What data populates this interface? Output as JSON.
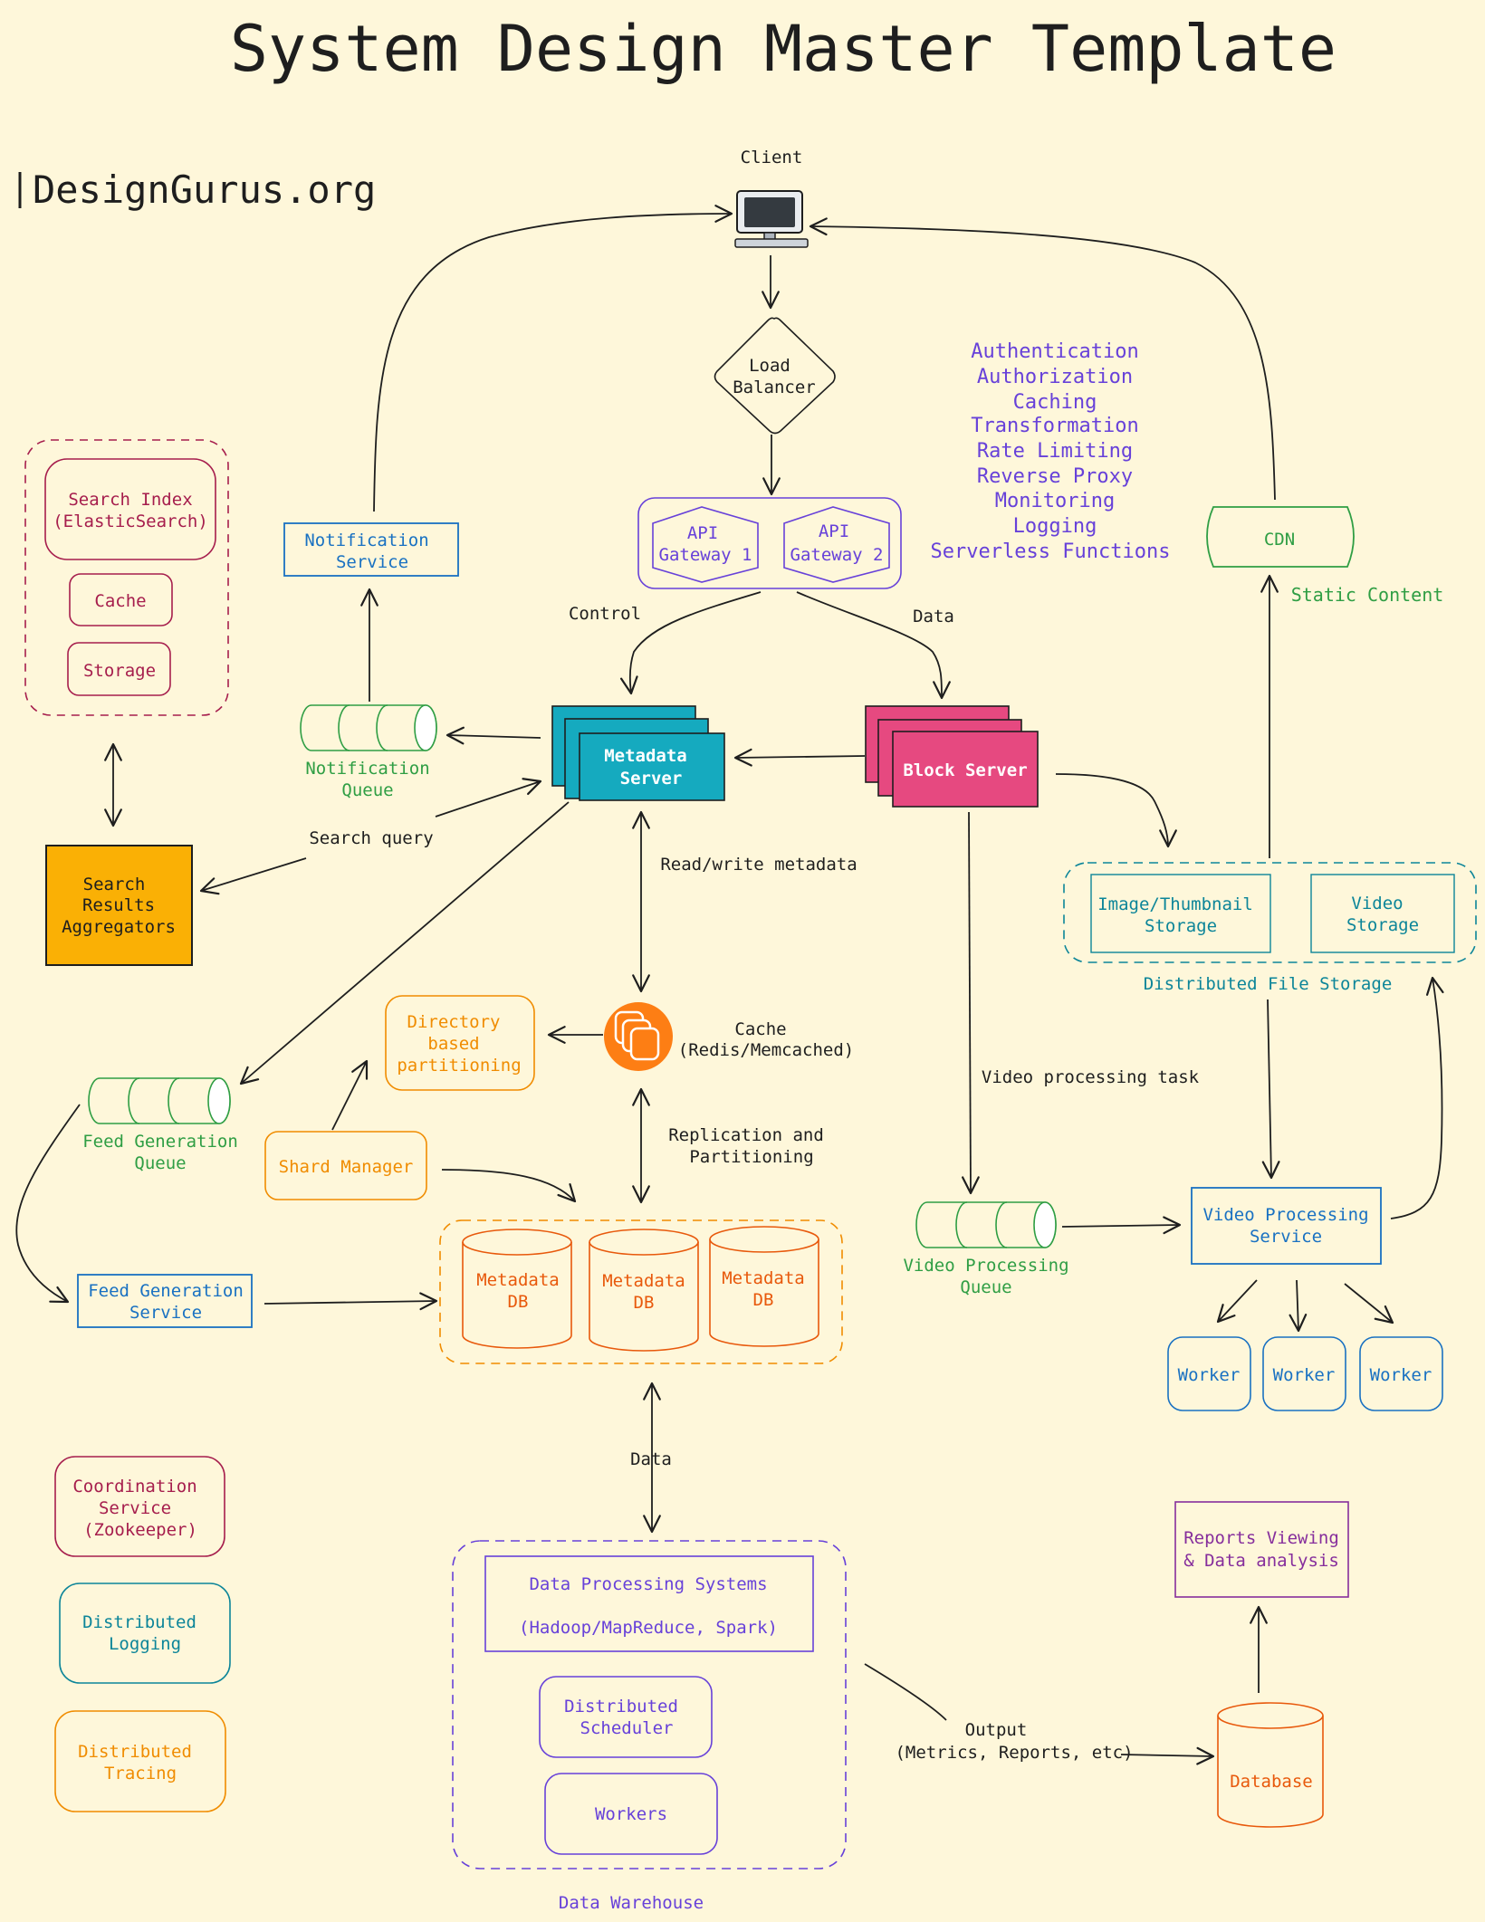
{
  "title": "System Design Master Template",
  "brand": "DesignGurus.org",
  "colors": {
    "background": "#fef7da",
    "ink": "#1e1e1e",
    "purple": "#6741d9",
    "green": "#2f9e44",
    "blue": "#1971c2",
    "teal": "#0c8599",
    "maroon": "#a61e4d",
    "orange": "#e8590c",
    "amber": "#f08c00",
    "cyan_fill": "#15aabf",
    "pink_fill": "#e64980",
    "search_fill": "#fab005"
  },
  "client": {
    "label": "Client",
    "icon": "computer-monitor-icon"
  },
  "load_balancer": {
    "line1": "Load",
    "line2": "Balancer"
  },
  "gateways": [
    {
      "line1": "API",
      "line2": "Gateway 1"
    },
    {
      "line1": "API",
      "line2": "Gateway 2"
    }
  ],
  "gateway_features": [
    "Authentication",
    "Authorization",
    "Caching",
    "Transformation",
    "Rate Limiting",
    "Reverse Proxy",
    "Monitoring",
    "Logging",
    "Serverless Functions"
  ],
  "cdn": {
    "label": "CDN",
    "static_label": "Static Content"
  },
  "notification_service": {
    "line1": "Notification",
    "line2": "Service"
  },
  "notification_queue": {
    "line1": "Notification",
    "line2": "Queue"
  },
  "search_group": {
    "index": {
      "line1": "Search Index",
      "line2": "(ElasticSearch)"
    },
    "cache": "Cache",
    "storage": "Storage"
  },
  "search_results": {
    "line1": "Search",
    "line2": "Results",
    "line3": "Aggregators"
  },
  "search_query_label": "Search query",
  "metadata_server": {
    "line1": "Metadata",
    "line2": "Server"
  },
  "block_server": {
    "label": "Block Server"
  },
  "labels": {
    "control": "Control",
    "data": "Data",
    "read_write": "Read/write metadata",
    "replication_line1": "Replication and",
    "replication_line2": "Partitioning",
    "video_task": "Video processing task",
    "data_link": "Data",
    "output_line1": "Output",
    "output_line2": "(Metrics, Reports, etc)"
  },
  "file_storage": {
    "image": {
      "line1": "Image/Thumbnail",
      "line2": "Storage"
    },
    "video": {
      "line1": "Video",
      "line2": "Storage"
    },
    "group_label": "Distributed File Storage"
  },
  "cache_server": {
    "line1": "Cache",
    "line2": "(Redis/Memcached)"
  },
  "directory_partitioning": {
    "line1": "Directory",
    "line2": "based",
    "line3": "partitioning"
  },
  "shard_manager": "Shard Manager",
  "feed_queue": {
    "line1": "Feed Generation",
    "line2": "Queue"
  },
  "feed_service": {
    "line1": "Feed Generation",
    "line2": "Service"
  },
  "metadata_dbs": [
    {
      "line1": "Metadata",
      "line2": "DB"
    },
    {
      "line1": "Metadata",
      "line2": "DB"
    },
    {
      "line1": "Metadata",
      "line2": "DB"
    }
  ],
  "video_queue": {
    "line1": "Video Processing",
    "line2": "Queue"
  },
  "video_service": {
    "line1": "Video Processing",
    "line2": "Service"
  },
  "workers": [
    "Worker",
    "Worker",
    "Worker"
  ],
  "coordination": {
    "line1": "Coordination",
    "line2": "Service",
    "line3": "(Zookeeper)"
  },
  "dist_logging": {
    "line1": "Distributed",
    "line2": "Logging"
  },
  "dist_tracing": {
    "line1": "Distributed",
    "line2": "Tracing"
  },
  "warehouse": {
    "processing_line1": "Data Processing Systems",
    "processing_line2": "(Hadoop/MapReduce, Spark)",
    "scheduler_line1": "Distributed",
    "scheduler_line2": "Scheduler",
    "workers": "Workers",
    "group_label": "Data Warehouse"
  },
  "reports": {
    "line1": "Reports Viewing",
    "line2": "& Data analysis"
  },
  "database": "Database"
}
